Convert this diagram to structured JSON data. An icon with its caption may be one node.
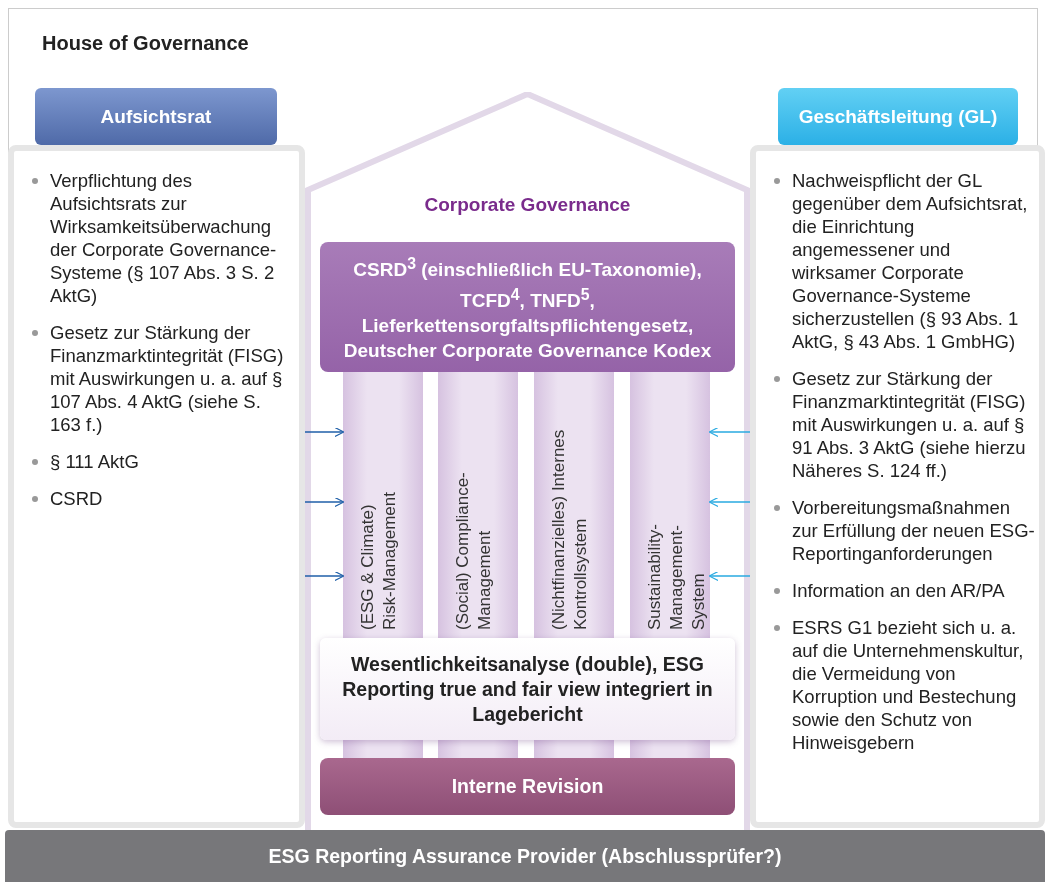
{
  "diagram": {
    "title": "House of Governance",
    "nodes": [
      {
        "text": [
          "Aufsichtsrat"
        ]
      },
      {
        "text": [
          "Verpflichtung des Aufsichtsrats zur Wirksamkeitsüberwachung der Corporate Governance-Systeme (§ 107 Abs. 3 S. 2 AktG)",
          "Gesetz zur Stärkung der Finanzmarktintegrität (FISG) mit Auswirkungen u. a. auf § 107 Abs. 4 AktG (siehe S. 163 f.)",
          "§ 111 AktG",
          "CSRD"
        ]
      },
      {
        "text": [
          "Corporate Governance"
        ]
      },
      {
        "text": [
          "CSRD$^{3}$ (einschließlich EU-Taxonomie), TCFD$^{4}$, TNFD$^{5}$, Lieferkettensorgfaltspflichtengesetz, Deutscher Corporate Governance Kodex"
        ],
        "in": 2
      },
      {
        "text": [
          "(ESG & Climate) Risk-Management"
        ],
        "in": 2
      },
      {
        "text": [
          "(Social) Compliance-Management"
        ],
        "in": 2
      },
      {
        "text": [
          "(Nichtfinanzielles) Internes Kontrollsystem"
        ],
        "in": 2
      },
      {
        "text": [
          "Sustainability-Management-System"
        ],
        "in": 2
      },
      {
        "text": [
          "Wesentlichkeitsanalyse (double), ESG Reporting true and fair view integriert in Lagebericht"
        ],
        "in": 2
      },
      {
        "text": [
          "Interne Revision"
        ],
        "in": 2
      },
      {
        "text": [
          "Geschäftsleitung (GL)"
        ]
      },
      {
        "text": [
          "Nachweispflicht der GL gegenüber dem Aufsichtsrat, die Einrichtung angemessener und wirksamer Corporate Governance-Systeme sicherzustellen (§ 93 Abs. 1 AktG, § 43 Abs. 1 GmbHG)",
          "Gesetz zur Stärkung der Finanzmarktintegrität (FISG) mit Auswirkungen u. a. auf § 91 Abs. 3 AktG (siehe hierzu Näheres S. 124 ff.)",
          "Vorbereitungsmaßnahmen zur Erfüllung der neuen ESG-Reportinganforderungen",
          "Information an den AR/PA",
          "ESRS G1 bezieht sich u. a. auf die Unternehmenskultur, die Vermeidung von Korruption und Bestechung sowie den Schutz von Hinweisgebern"
        ]
      },
      {
        "text": [
          "ESG Reporting Assurance Provider (Abschlussprüfer?)"
        ]
      }
    ],
    "edges": [
      {
        "from": 1,
        "to": 4,
        "arrow": "to",
        "color": "#1f5fa8"
      },
      {
        "from": 1,
        "to": 4,
        "arrow": "to",
        "color": "#1f5fa8"
      },
      {
        "from": 1,
        "to": 4,
        "arrow": "to",
        "color": "#1f5fa8"
      },
      {
        "from": 11,
        "to": 7,
        "arrow": "to",
        "color": "#29aae1"
      },
      {
        "from": 11,
        "to": 7,
        "arrow": "to",
        "color": "#29aae1"
      },
      {
        "from": 11,
        "to": 7,
        "arrow": "to",
        "color": "#29aae1"
      }
    ]
  }
}
